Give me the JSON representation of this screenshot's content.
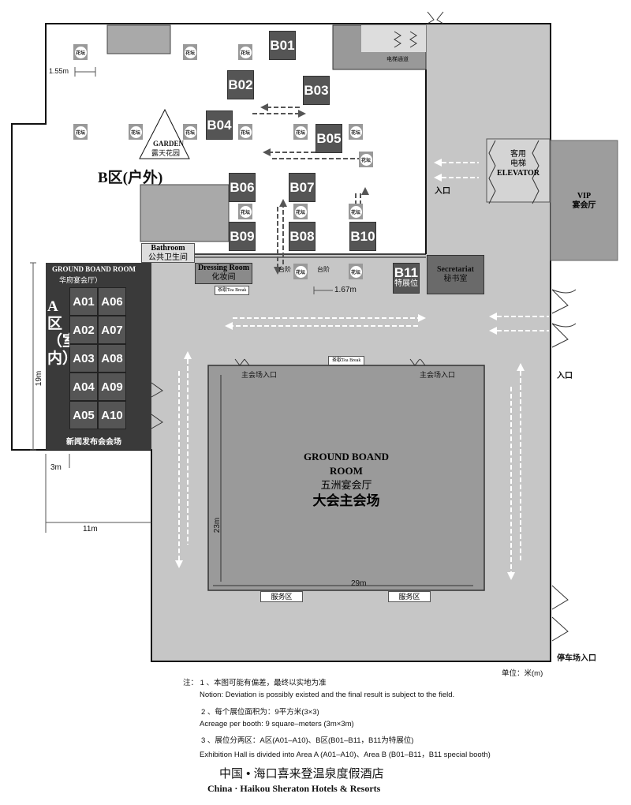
{
  "area_b": {
    "label": "B区(户外)",
    "booths": [
      "B01",
      "B02",
      "B03",
      "B04",
      "B05",
      "B06",
      "B07",
      "B08",
      "B09",
      "B10"
    ],
    "b11": "B11",
    "b11_sub": "特展位",
    "garden_en": "GARDEN",
    "garden_cn": "露天花园",
    "dim_1": "1.55m",
    "dim_2": "1.67m",
    "steps": "台阶"
  },
  "labels": {
    "flower_pot": "花坛",
    "elevator_passage": "电梯通道",
    "entrance": "入口",
    "parking_entrance": "停车场入口",
    "tea_break": "茶歇Tea Break",
    "main_entrance": "主会场入口",
    "service_area": "服务区"
  },
  "rooms": {
    "bathroom_en": "Bathroom",
    "bathroom_cn": "公共卫生间",
    "dressing_en": "Dressing Room",
    "dressing_cn": "化妆间",
    "secretariat_en": "Secretariat",
    "secretariat_cn": "秘书室",
    "elevator_cn1": "客用",
    "elevator_cn2": "电梯",
    "elevator_en": "ELEVATOR",
    "vip_en": "VIP",
    "vip_cn": "宴会厅"
  },
  "area_a": {
    "room_en": "GROUND BOAND ROOM",
    "room_cn": "华府宴会厅）",
    "label": "A区（室内）",
    "booths": [
      "A01",
      "A06",
      "A02",
      "A07",
      "A03",
      "A08",
      "A04",
      "A09",
      "A05",
      "A10"
    ],
    "bottom": "新闻发布会会场",
    "dim_h": "19m",
    "dim_w": "3m",
    "dim_11": "11m"
  },
  "main_hall": {
    "en1": "GROUND BOAND",
    "en2": "ROOM",
    "cn1": "五洲宴会厅",
    "cn2": "大会主会场",
    "dim_h": "23m",
    "dim_w": "29m"
  },
  "notes": {
    "unit": "单位：米(m)",
    "n1_cn": "注：  1 、本图可能有偏差，最终以实地为准",
    "n1_en": "Notion: Deviation is possibly existed and the final result is subject to the field.",
    "n2_cn": "2 、每个展位面积为：9平方米(3×3)",
    "n2_en": "Acreage per booth: 9 square–meters (3m×3m)",
    "n3_cn": "3 、展位分两区：A区(A01–A10)、B区(B01–B11，B11为特展位)",
    "n3_en": "Exhibition Hall is divided into Area A (A01–A10)、Area B (B01–B11，B11 special booth)"
  },
  "footer": {
    "cn": "中国 • 海口喜来登温泉度假酒店",
    "en": "China · Haikou Sheraton Hotels & Resorts"
  }
}
